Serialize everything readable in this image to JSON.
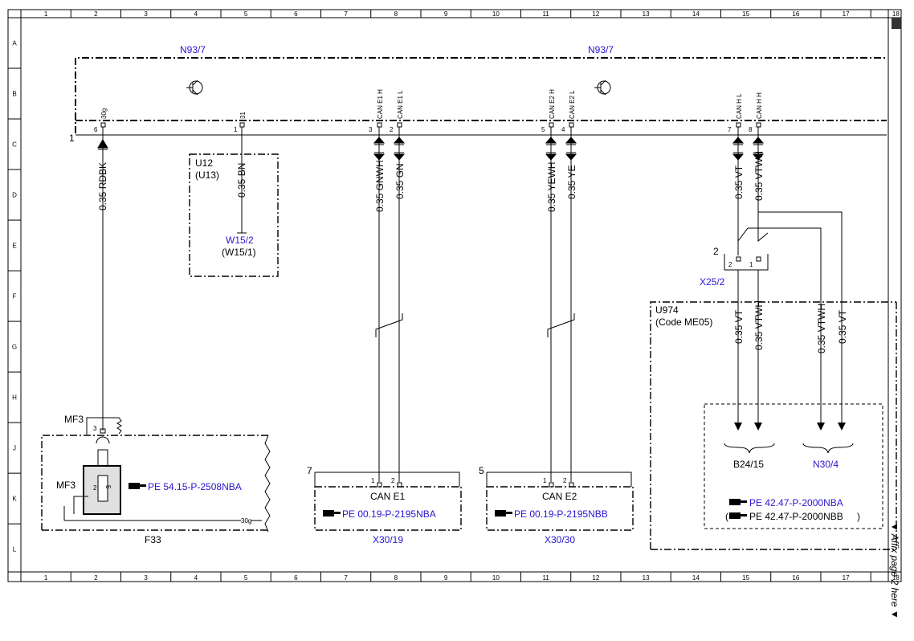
{
  "grid": {
    "columns": [
      "1",
      "2",
      "3",
      "4",
      "5",
      "6",
      "7",
      "8",
      "9",
      "10",
      "11",
      "12",
      "13",
      "14",
      "15",
      "16",
      "17",
      "18"
    ],
    "rows": [
      "A",
      "B",
      "C",
      "D",
      "E",
      "F",
      "G",
      "H",
      "J",
      "K",
      "L"
    ]
  },
  "module": {
    "title_left": "N93/7",
    "title_right": "N93/7",
    "bus_number": "1"
  },
  "pins": [
    {
      "num": "6",
      "name": "30g"
    },
    {
      "num": "1",
      "name": "31"
    },
    {
      "num": "3",
      "name": "CAN E1 H"
    },
    {
      "num": "2",
      "name": "CAN E1 L"
    },
    {
      "num": "5",
      "name": "CAN E2 H"
    },
    {
      "num": "4",
      "name": "CAN E2 L"
    },
    {
      "num": "7",
      "name": "CAN H L"
    },
    {
      "num": "8",
      "name": "CAN H H"
    }
  ],
  "wires": {
    "w1": "0.35 RDBK",
    "w2": "0.35 BN",
    "w3": "0.35 GNWH",
    "w4": "0.35 GN",
    "w5": "0.35 YEWH",
    "w6": "0.35 YE",
    "w7": "0.35 VT",
    "w8": "0.35 VTWH",
    "w9": "0.35 VT",
    "w10": "0.35 VTWH",
    "w11": "0.35 VTWH",
    "w12": "0.35 VT"
  },
  "u12": {
    "label1": "U12",
    "label2": "(U13)",
    "ground": "W15/2",
    "ground_alt": "(W15/1)"
  },
  "x25": {
    "num": "2",
    "pin_a": "2",
    "pin_b": "1",
    "label": "X25/2"
  },
  "u974": {
    "label1": "U974",
    "label2": "(Code ME05)"
  },
  "f33": {
    "mf3_top": "MF3",
    "mf3_left": "MF3",
    "pin": "3",
    "fuse_a": "2",
    "fuse_b": "5",
    "ref": "PE 54.15-P-2508NBA",
    "bus": "30g",
    "label": "F33"
  },
  "x30_19": {
    "num": "7",
    "pin_a": "1",
    "pin_b": "2",
    "name": "CAN E1",
    "ref": "PE 00.19-P-2195NBA",
    "label": "X30/19"
  },
  "x30_30": {
    "num": "5",
    "pin_a": "1",
    "pin_b": "2",
    "name": "CAN E2",
    "ref": "PE 00.19-P-2195NBB",
    "label": "X30/30"
  },
  "targets": {
    "b24": "B24/15",
    "n30": "N30/4",
    "ref1": "PE 42.47-P-2000NBA",
    "ref2": "PE 42.47-P-2000NBB",
    "ref2_open": "(",
    "ref2_close": ")"
  },
  "side_note": "▼ Affix page 2 here ▼",
  "colors": {
    "link": "#2a16d0",
    "line": "#000000"
  }
}
